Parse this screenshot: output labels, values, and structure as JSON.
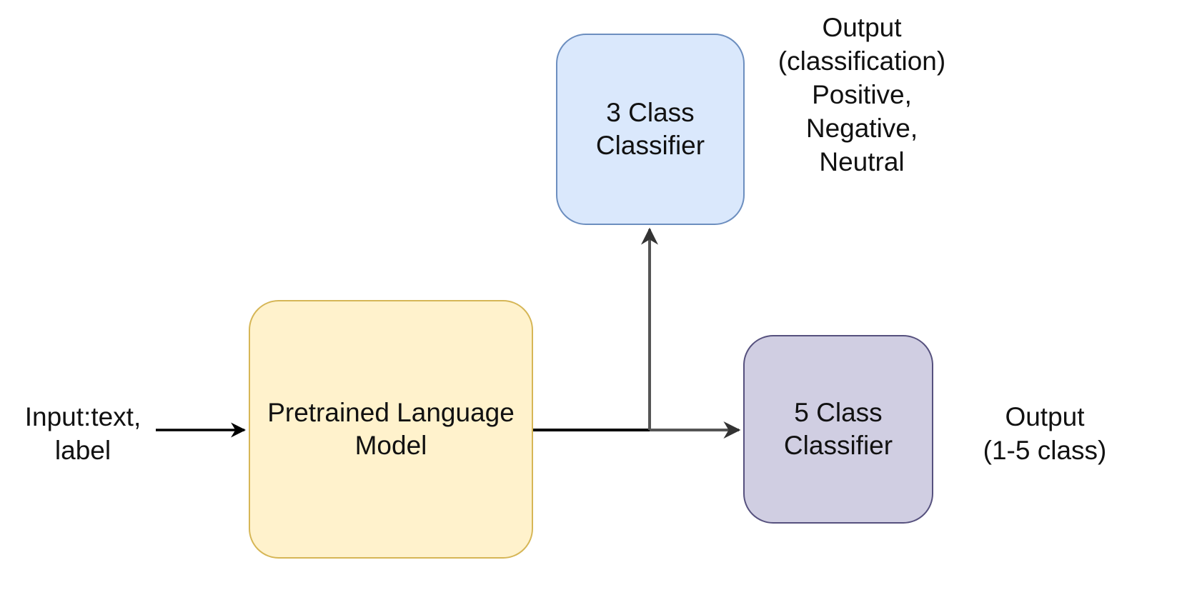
{
  "diagram": {
    "input": {
      "label": "Input:text,\nlabel"
    },
    "nodes": {
      "language_model": {
        "label": "Pretrained Language\nModel",
        "fill": "#fff2cc",
        "stroke": "#d6b656"
      },
      "classifier_3": {
        "label": "3 Class\nClassifier",
        "fill": "#dae8fc",
        "stroke": "#6c8ebf"
      },
      "classifier_5": {
        "label": "5 Class\nClassifier",
        "fill": "#d0cee2",
        "stroke": "#56517e"
      }
    },
    "outputs": {
      "classifier_3": {
        "label": "Output\n(classification)\nPositive,\nNegative,\nNeutral"
      },
      "classifier_5": {
        "label": "Output\n(1-5 class)"
      }
    },
    "edges": [
      {
        "from": "input",
        "to": "language_model"
      },
      {
        "from": "language_model",
        "to": "classifier_3"
      },
      {
        "from": "language_model",
        "to": "classifier_5"
      }
    ]
  }
}
